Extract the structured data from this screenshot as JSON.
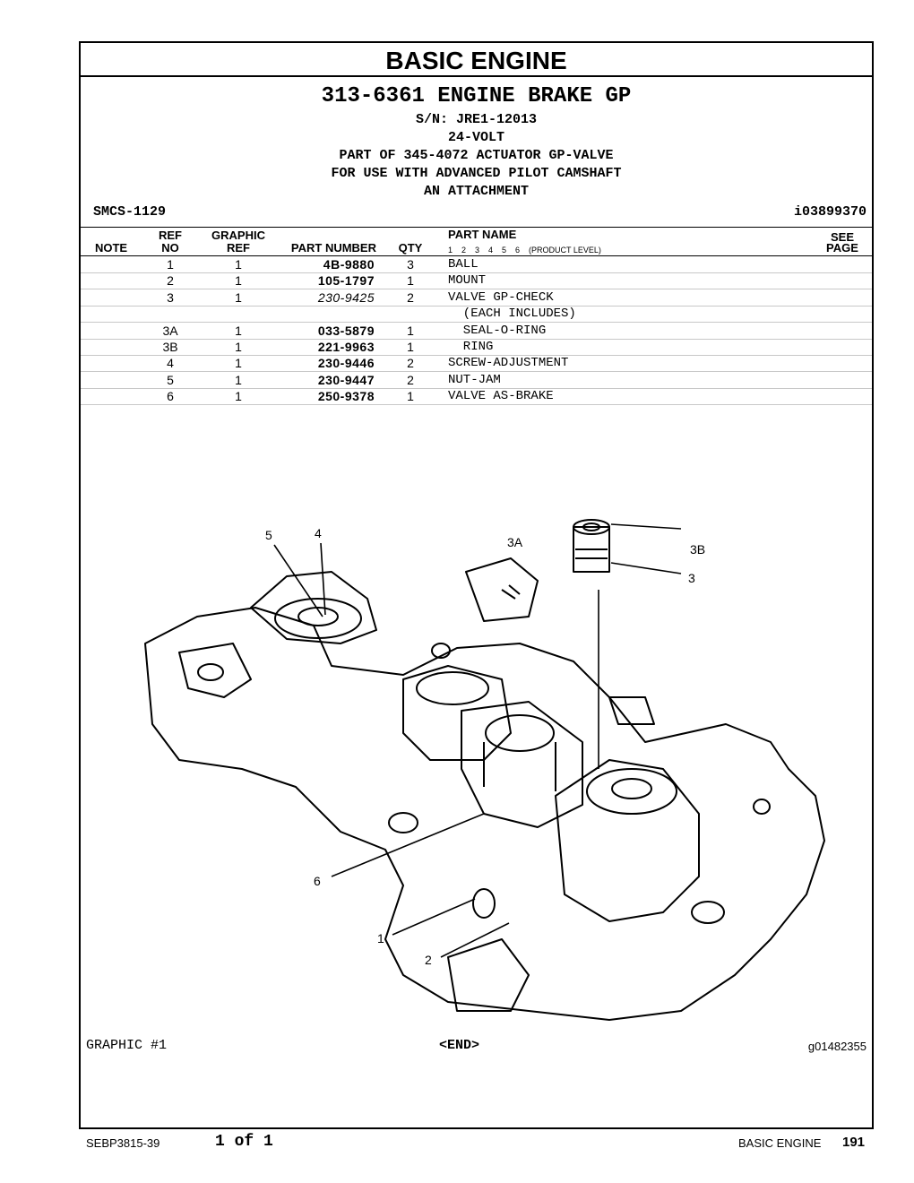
{
  "section_title": "BASIC ENGINE",
  "group": {
    "title": "313-6361 ENGINE BRAKE GP",
    "serial": "S/N: JRE1-12013",
    "voltage": "24-VOLT",
    "part_of": "PART OF 345-4072 ACTUATOR GP-VALVE",
    "use_with": "FOR USE WITH ADVANCED PILOT CAMSHAFT",
    "attachment": "AN ATTACHMENT"
  },
  "smcs": "SMCS-1129",
  "illustration_id": "i03899370",
  "table": {
    "headers": {
      "note": "NOTE",
      "ref_no_1": "REF",
      "ref_no_2": "NO",
      "graphic_ref_1": "GRAPHIC",
      "graphic_ref_2": "REF",
      "part_number": "PART NUMBER",
      "qty": "QTY",
      "part_name": "PART NAME",
      "levels": "1    2    3    4    5    6    (PRODUCT LEVEL)",
      "see_page_1": "SEE",
      "see_page_2": "PAGE"
    },
    "rows": [
      {
        "ref": "1",
        "gref": "1",
        "pn": "4B-9880",
        "qty": "3",
        "name": "BALL"
      },
      {
        "ref": "2",
        "gref": "1",
        "pn": "105-1797",
        "qty": "1",
        "name": "MOUNT"
      },
      {
        "ref": "3",
        "gref": "1",
        "pn": "230-9425",
        "qty": "2",
        "name": "VALVE GP-CHECK"
      },
      {
        "ref": "",
        "gref": "",
        "pn": "",
        "qty": "",
        "name": "  (EACH INCLUDES)"
      },
      {
        "ref": "3A",
        "gref": "1",
        "pn": "033-5879",
        "qty": "1",
        "name": "  SEAL-O-RING"
      },
      {
        "ref": "3B",
        "gref": "1",
        "pn": "221-9963",
        "qty": "1",
        "name": "  RING"
      },
      {
        "ref": "4",
        "gref": "1",
        "pn": "230-9446",
        "qty": "2",
        "name": "SCREW-ADJUSTMENT"
      },
      {
        "ref": "5",
        "gref": "1",
        "pn": "230-9447",
        "qty": "2",
        "name": "NUT-JAM"
      },
      {
        "ref": "6",
        "gref": "1",
        "pn": "250-9378",
        "qty": "1",
        "name": "VALVE AS-BRAKE"
      }
    ]
  },
  "callouts": {
    "c5": "5",
    "c4": "4",
    "c3a": "3A",
    "c3b": "3B",
    "c3": "3",
    "c6": "6",
    "c1": "1",
    "c2": "2"
  },
  "footer": {
    "graphic": "GRAPHIC #1",
    "end": "<END>",
    "graphic_id": "g01482355"
  },
  "page_footer": {
    "doc": "SEBP3815-39",
    "of": "1 of 1",
    "section": "BASIC ENGINE",
    "page": "191"
  }
}
